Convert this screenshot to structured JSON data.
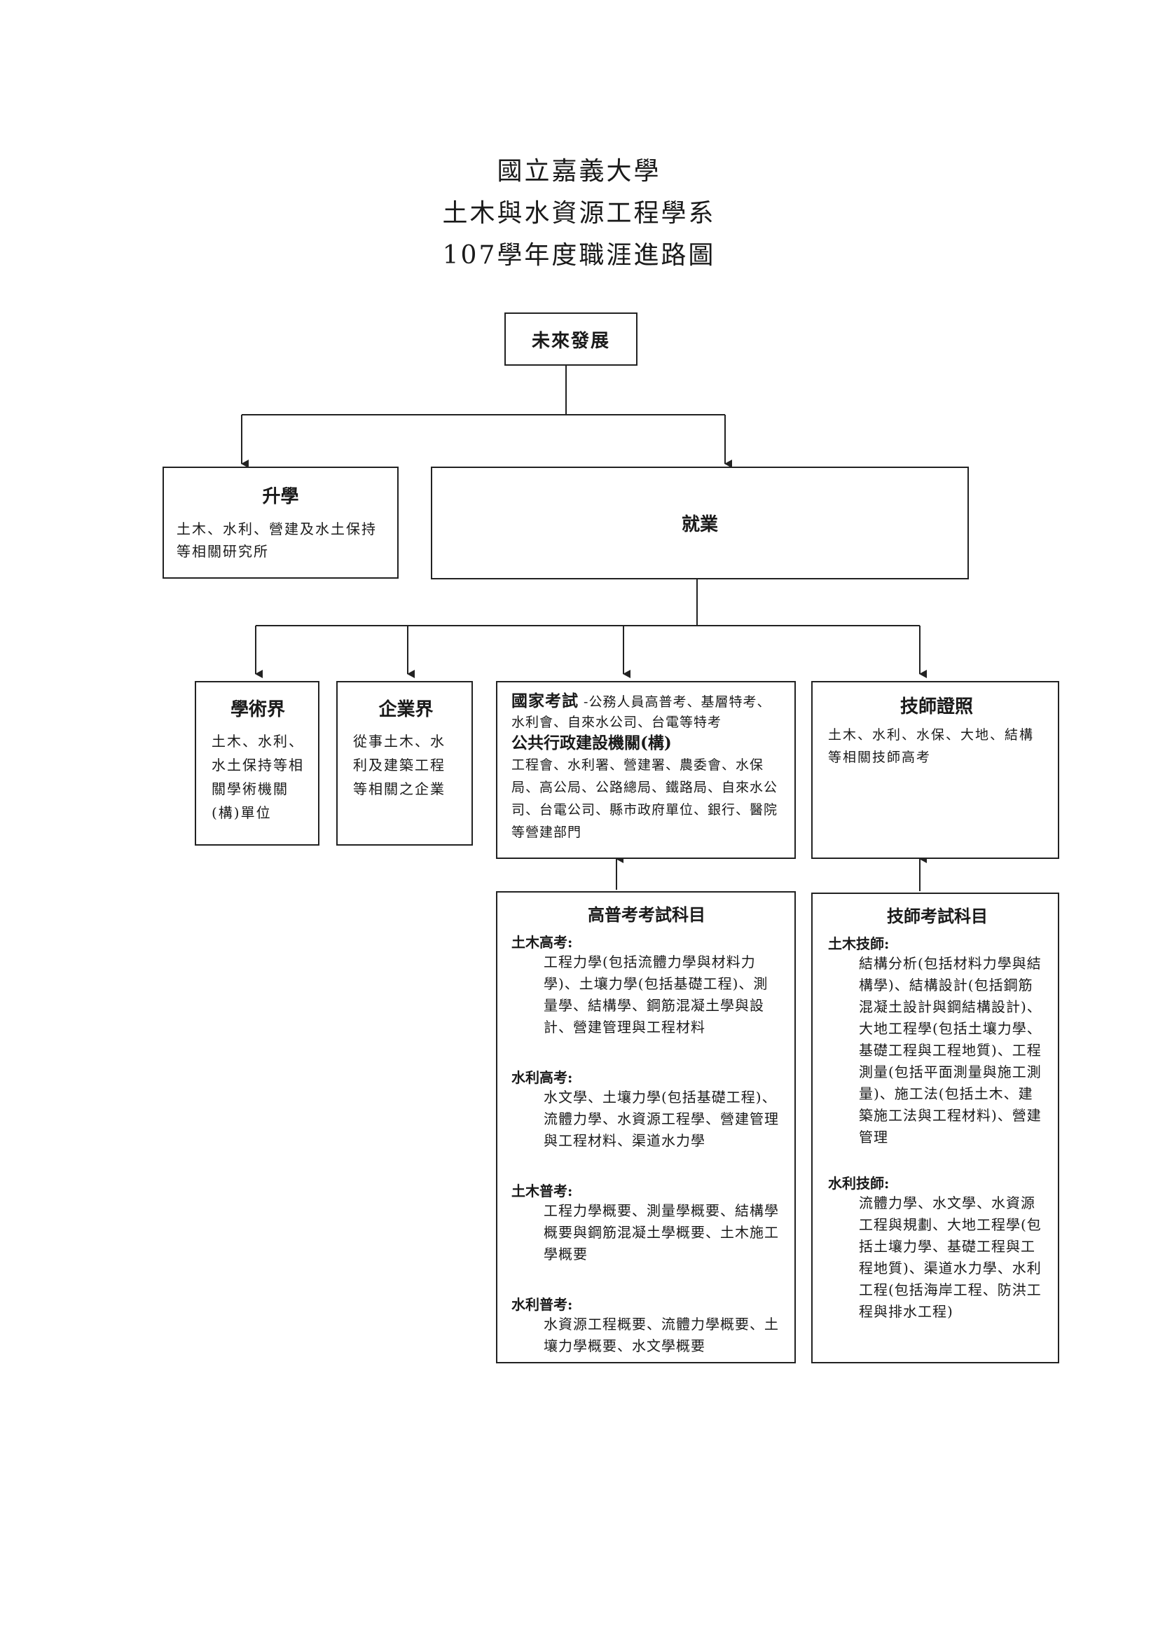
{
  "title": {
    "line1": "國立嘉義大學",
    "line2": "土木與水資源工程學系",
    "line3": "107學年度職涯進路圖"
  },
  "root": {
    "label": "未來發展"
  },
  "further_study": {
    "title": "升學",
    "desc": "土木、水利、營建及水土保持等相關研究所"
  },
  "employment": {
    "title": "就業"
  },
  "academia": {
    "title": "學術界",
    "desc": "土木、水利、水土保持等相關學術機關(構)單位"
  },
  "industry": {
    "title": "企業界",
    "desc": "從事土木、水利及建築工程等相關之企業"
  },
  "public_sector": {
    "exam_title": "國家考試",
    "exam_desc": "-公務人員高普考、基層特考、水利會、自來水公司、台電等特考",
    "agency_title": "公共行政建設機關(構)",
    "agency_desc": "工程會、水利署、營建署、農委會、水保局、高公局、公路總局、鐵路局、自來水公司、台電公司、縣市政府單位、銀行、醫院等營建部門"
  },
  "license": {
    "title": "技師證照",
    "desc": "土木、水利、水保、大地、結構等相關技師高考"
  },
  "exam_subjects": {
    "title": "高普考考試科目",
    "sections": [
      {
        "heading": "土木高考:",
        "text": "工程力學(包括流體力學與材料力學)、土壤力學(包括基礎工程)、測量學、結構學、鋼筋混凝土學與設計、營建管理與工程材料"
      },
      {
        "heading": "水利高考:",
        "text": "水文學、土壤力學(包括基礎工程)、流體力學、水資源工程學、營建管理與工程材料、渠道水力學"
      },
      {
        "heading": "土木普考:",
        "text": "工程力學概要、測量學概要、結構學概要與鋼筋混凝土學概要、土木施工學概要"
      },
      {
        "heading": "水利普考:",
        "text": "水資源工程概要、流體力學概要、土壤力學概要、水文學概要"
      }
    ]
  },
  "license_subjects": {
    "title": "技師考試科目",
    "sections": [
      {
        "heading": "土木技師:",
        "text": "結構分析(包括材料力學與結構學)、結構設計(包括鋼筋混凝土設計與鋼結構設計)、大地工程學(包括土壤力學、基礎工程與工程地質)、工程測量(包括平面測量與施工測量)、施工法(包括土木、建築施工法與工程材料)、營建管理"
      },
      {
        "heading": "水利技師:",
        "text": "流體力學、水文學、水資源工程與規劃、大地工程學(包括土壤力學、基礎工程與工程地質)、渠道水力學、水利工程(包括海岸工程、防洪工程與排水工程)"
      }
    ]
  }
}
